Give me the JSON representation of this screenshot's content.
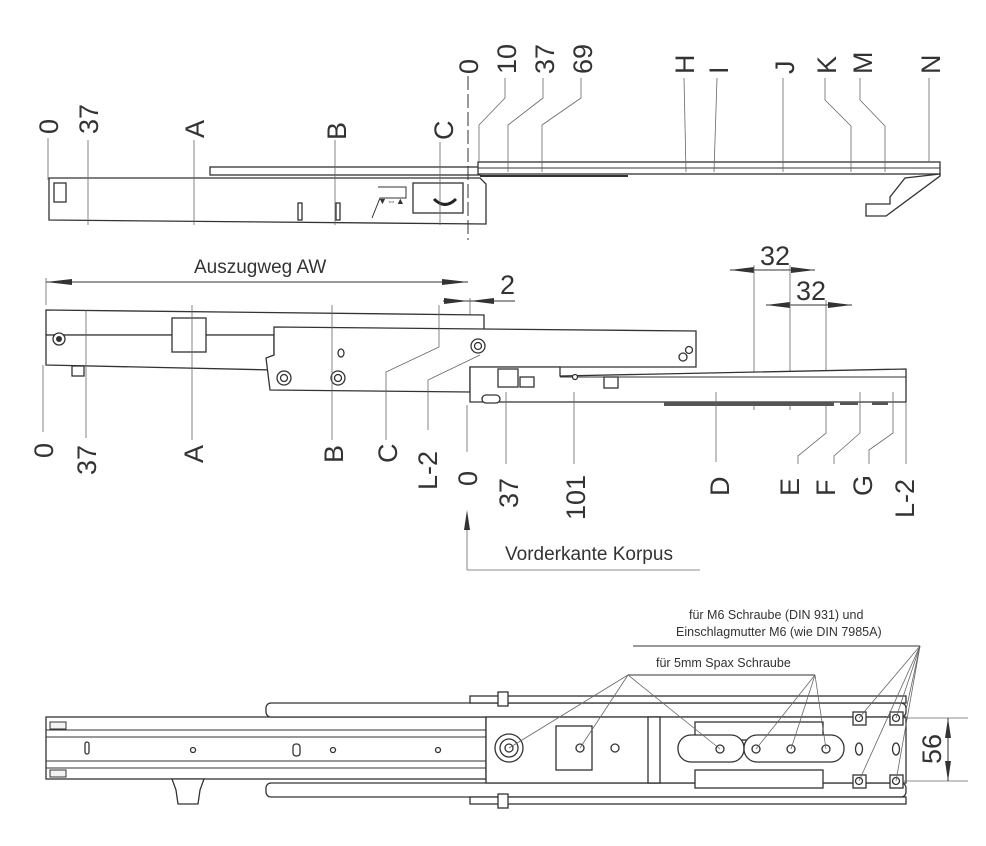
{
  "title": "Teleskopschiene Massbild",
  "top_view": {
    "labels_left": [
      "0",
      "37",
      "A",
      "B",
      "C"
    ],
    "labels_right": [
      "0",
      "10",
      "37",
      "69",
      "H",
      "I",
      "J",
      "K",
      "M",
      "N"
    ]
  },
  "side_view": {
    "auszugweg_label": "Auszugweg AW",
    "gap_value": "2",
    "dim_32_a": "32",
    "dim_32_b": "32",
    "labels_bottom": [
      "0",
      "37",
      "A",
      "B",
      "C",
      "L-2",
      "0",
      "37",
      "101",
      "D",
      "E",
      "F",
      "G",
      "L-2"
    ],
    "front_edge_label": "Vorderkante Korpus"
  },
  "bottom_view": {
    "m6_note_line1": "für M6 Schraube (DIN 931) und",
    "m6_note_line2": "Einschlagmutter M6 (wie DIN 7985A)",
    "spax_note": "für 5mm Spax Schraube",
    "dim_56": "56"
  },
  "colors": {
    "line": "#333333",
    "background": "#ffffff"
  }
}
